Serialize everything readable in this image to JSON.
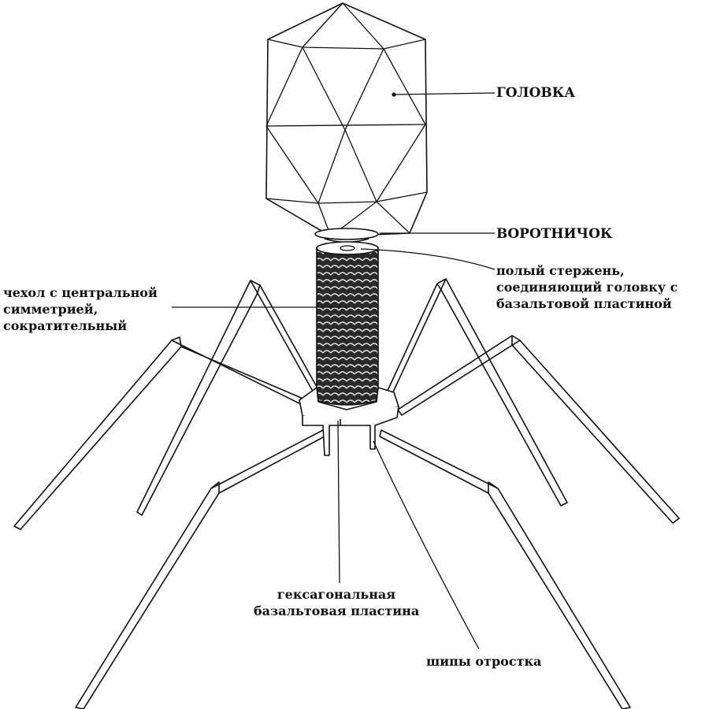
{
  "labels": {
    "head": "ГОЛОВКА",
    "collar": "ВОРОТНИЧОК",
    "core": [
      "полый стержень,",
      "соединяющий головку с",
      "базальтовой пластиной"
    ],
    "sheath": [
      "чехол с центральной",
      "симметрией,",
      "сократительный"
    ],
    "baseplate": [
      "гексагональная",
      "базальтовая пластина"
    ],
    "spikes": "шипы отростка"
  }
}
